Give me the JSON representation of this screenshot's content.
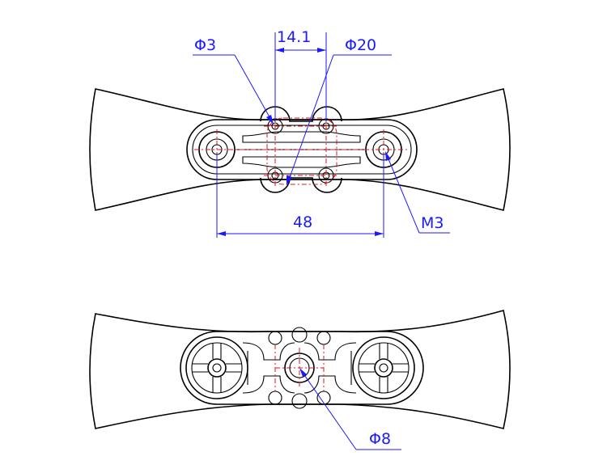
{
  "labels": {
    "hole_diameter": "Φ3",
    "hole_spacing": "14.1",
    "center_diameter": "Φ20",
    "span": "48",
    "thread": "M3",
    "center_hole": "Φ8"
  },
  "colors": {
    "outline": "#000000",
    "dimension": "#1a1aff",
    "centerline": "#e0141e"
  }
}
